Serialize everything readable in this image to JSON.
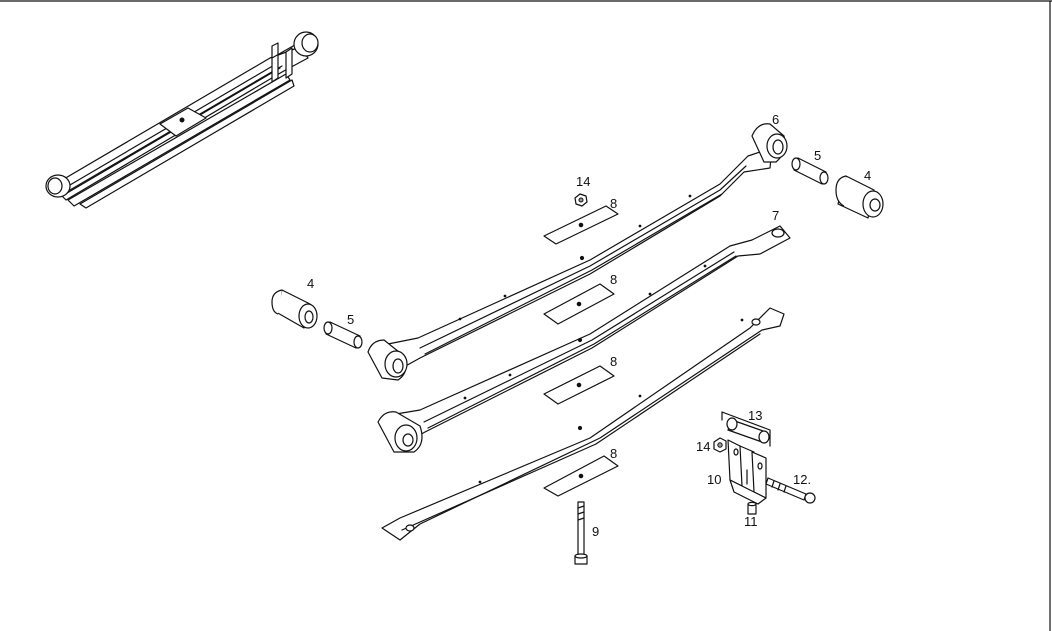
{
  "labels": {
    "part_14_top": "14",
    "part_8_a": "8",
    "part_6": "6",
    "part_5_right": "5",
    "part_4_right": "4",
    "part_7": "7",
    "part_8_b": "8",
    "part_4_left": "4",
    "part_5_left": "5",
    "part_8_c": "8",
    "part_13": "13",
    "part_14_bracket": "14",
    "part_8_d": "8",
    "part_10": "10",
    "part_12": "12.",
    "part_11": "11",
    "part_9": "9"
  }
}
